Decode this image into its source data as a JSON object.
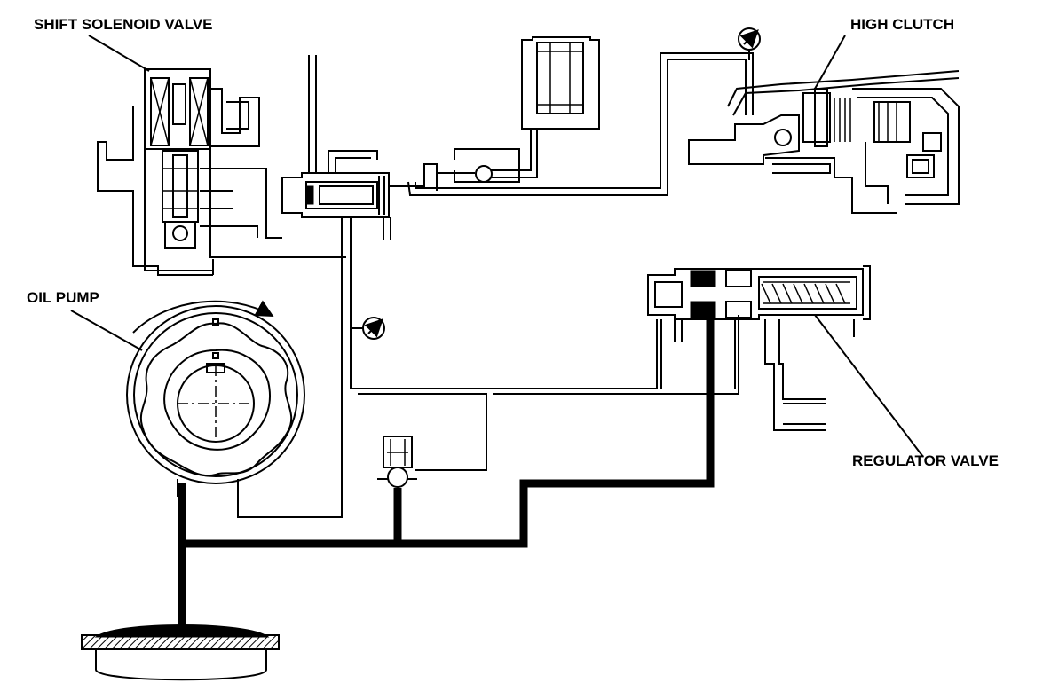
{
  "labels": {
    "shift_solenoid_valve": "SHIFT SOLENOID VALVE",
    "high_clutch": "HIGH CLUTCH",
    "oil_pump": "OIL PUMP",
    "regulator_valve": "REGULATOR VALVE"
  },
  "colors": {
    "line": "#000000",
    "background": "#ffffff"
  }
}
